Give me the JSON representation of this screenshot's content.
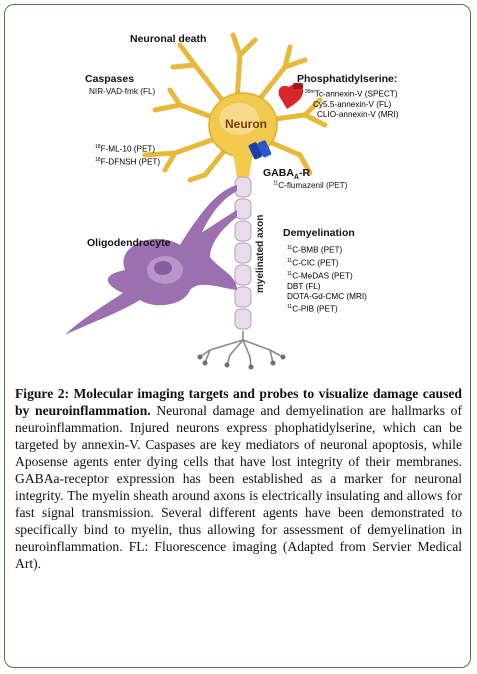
{
  "figure": {
    "neuronal_death": "Neuronal death",
    "neuron": "Neuron",
    "caspases": {
      "title": "Caspases",
      "probes": [
        "NIR-VAD-fmk (FL)"
      ]
    },
    "phosphatidylserine": {
      "title": "Phosphatidylserine:",
      "probes": [
        "99mTc-annexin-V (SPECT)",
        "Cy5.5-annexin-V (FL)",
        "CLIO-annexin-V (MRI)"
      ]
    },
    "apoptosis_probes": [
      "18F-ML-10 (PET)",
      "18F-DFNSH (PET)"
    ],
    "gabaa": {
      "title": "GABAA-R",
      "probes": [
        "11C-flumazenil (PET)"
      ]
    },
    "oligodendrocyte": "Oligodendrocyte",
    "myelinated_axon": "myelinated axon",
    "demyelination": {
      "title": "Demyelination",
      "probes": [
        "11C-BMB (PET)",
        "11C-CIC (PET)",
        "11C-MeDAS (PET)",
        "DBT (FL)",
        "DOTA-Gd-CMC (MRI)",
        "11C-PIB (PET)"
      ]
    },
    "colors": {
      "neuron_fill": "#f2c94c",
      "neuron_core": "#f7d98a",
      "oligodendrocyte": "#9b6fb0",
      "myelin": "#e9dcea",
      "annexin": "#d9262b",
      "gabaa": "#1a3fa8"
    }
  },
  "caption": {
    "heading": "Figure 2: Molecular imaging targets and probes to visualize damage caused by neuroinflammation.",
    "body": " Neuronal damage and demyelination are hallmarks of neuroinflammation. Injured neurons express phophatidylserine, which can be targeted by annexin-V. Caspases are key mediators of neuronal apoptosis, while Aposense agents enter dying cells that have lost integrity of their membranes. GABAa-receptor expression has been established as a marker for neuronal integrity. The myelin sheath around axons is electrically insulating and allows for fast signal transmission. Several different agents have been demonstrated to specifically bind to myelin, thus allowing for assessment of demyelination in neuroinflammation. FL: Fluorescence imaging (Adapted from Servier Medical Art)."
  }
}
